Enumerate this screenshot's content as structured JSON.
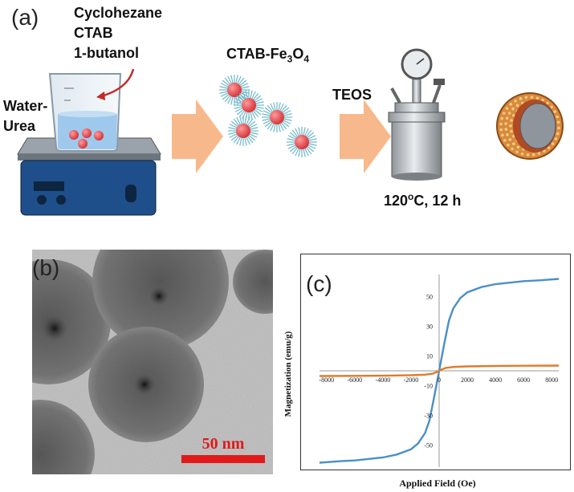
{
  "panel_a": {
    "label": "(a)",
    "reagents": [
      "Cyclohezane",
      "CTAB",
      "1-butanol"
    ],
    "water_urea": [
      "Water-",
      "Urea"
    ],
    "product_prefix": "CTAB-Fe",
    "product_sub1": "3",
    "product_mid": "O",
    "product_sub2": "4",
    "teos": "TEOS",
    "condition_prefix": "120",
    "condition_sup": "o",
    "condition_suffix": "C, 12 h",
    "colors": {
      "arrow": "#f7b98c",
      "sphere": "#e8474c",
      "surfactant": "#6fb7c9"
    }
  },
  "panel_b": {
    "label": "(b)",
    "scalebar_text": "50 nm",
    "scalebar_color": "#e01a1a"
  },
  "panel_c": {
    "label": "(c)"
  },
  "chart_data": {
    "type": "line",
    "title": "",
    "xlabel": "Applied Field (Oe)",
    "ylabel": "Magnetization (emu/g)",
    "xlim": [
      -8500,
      8500
    ],
    "ylim": [
      -65,
      65
    ],
    "x_ticks": [
      -8000,
      -6000,
      -4000,
      -2000,
      0,
      2000,
      4000,
      6000,
      8000
    ],
    "x_tick_labels": [
      "-8000",
      "-6000",
      "-4000",
      "-2000",
      "0",
      "2000",
      "4000",
      "6000",
      "8000"
    ],
    "y_ticks": [
      50,
      30,
      10,
      -10,
      -30,
      -50
    ],
    "y_tick_labels": [
      "50",
      "30",
      "10",
      "-10",
      "-30",
      "-50"
    ],
    "grid": false,
    "series": [
      {
        "color": "#4a90c8",
        "x": [
          -8500,
          -7000,
          -6000,
          -5000,
          -4000,
          -3000,
          -2000,
          -1500,
          -1000,
          -700,
          -400,
          -200,
          0,
          200,
          400,
          700,
          1000,
          1500,
          2000,
          3000,
          4000,
          5000,
          6000,
          7000,
          8500
        ],
        "y": [
          -62,
          -61,
          -60.5,
          -59.5,
          -58.5,
          -56.5,
          -53,
          -49,
          -42,
          -34,
          -20,
          -10,
          0,
          10,
          20,
          34,
          42,
          49,
          53,
          56.5,
          58.5,
          59.5,
          60.5,
          61,
          62
        ]
      },
      {
        "color": "#e07b2a",
        "x": [
          -8500,
          -6000,
          -4000,
          -2000,
          -1000,
          -500,
          -200,
          0,
          200,
          500,
          1000,
          2000,
          4000,
          6000,
          8500
        ],
        "y": [
          -3.5,
          -3.4,
          -3.3,
          -3.0,
          -2.6,
          -2.0,
          -1.0,
          0,
          1.0,
          2.0,
          2.6,
          3.0,
          3.3,
          3.4,
          3.5
        ]
      }
    ]
  }
}
